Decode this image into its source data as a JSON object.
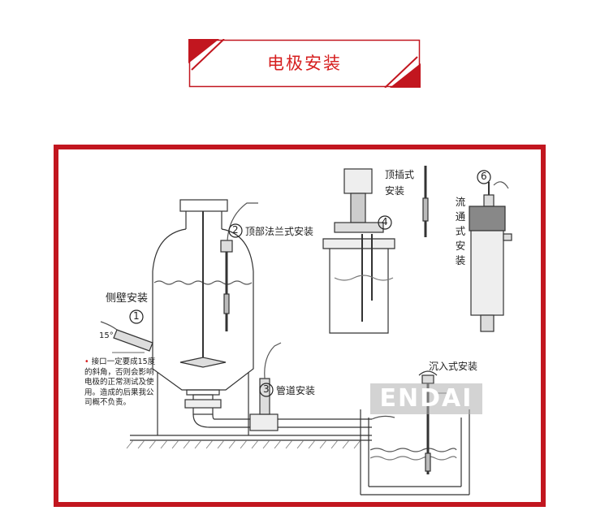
{
  "banner": {
    "title": "电极安装"
  },
  "labels": {
    "side_wall": "侧壁安装",
    "top_flange": "顶部法兰式安装",
    "top_insert_line1": "顶插式",
    "top_insert_line2": "安装",
    "flow_through": "流通式安装",
    "pipeline": "管道安装",
    "submersion": "沉入式安装",
    "angle": "15°"
  },
  "markers": {
    "m1": "1",
    "m2": "2",
    "m3": "3",
    "m4": "4",
    "m6": "6"
  },
  "note": {
    "bullet": "•",
    "text": "接口一定要成15度的斜角，否则会影响电极的正常测试及使用。造成的后果我公司概不负责。"
  },
  "watermark": "ENDAI",
  "colors": {
    "accent": "#c2161f",
    "title": "#d61f1f"
  }
}
